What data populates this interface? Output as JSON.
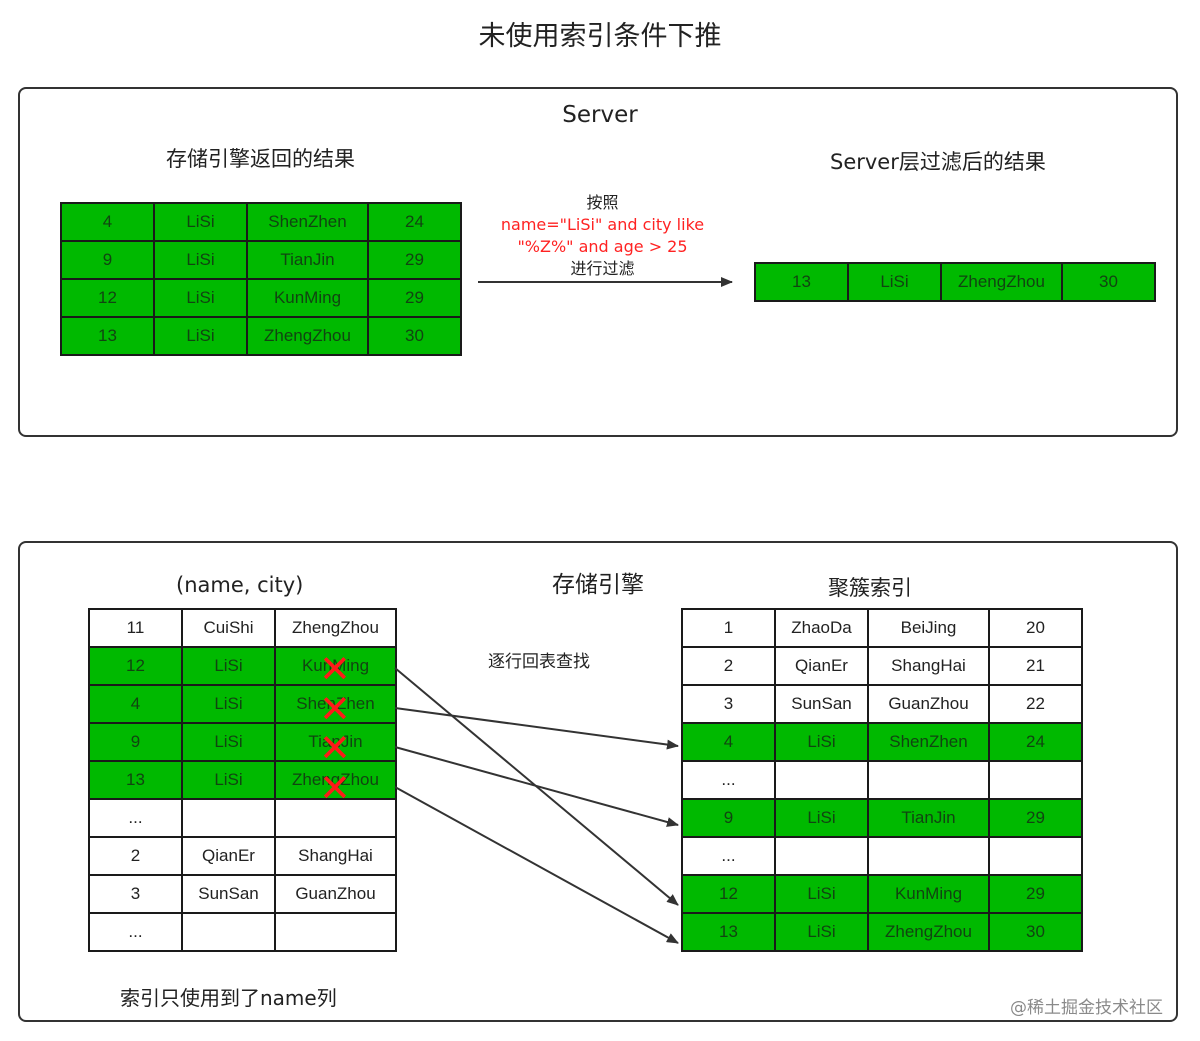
{
  "title": "未使用索引条件下推",
  "server_panel": {
    "heading": "Server",
    "left_label": "存储引擎返回的结果",
    "right_label": "Server层过滤后的结果",
    "filter_note": {
      "line1": "按照",
      "line2": "name=\"LiSi\" and city like",
      "line3": "\"%Z%\" and age > 25",
      "line4": "进行过滤"
    },
    "engine_rows": [
      [
        "4",
        "LiSi",
        "ShenZhen",
        "24"
      ],
      [
        "9",
        "LiSi",
        "TianJin",
        "29"
      ],
      [
        "12",
        "LiSi",
        "KunMing",
        "29"
      ],
      [
        "13",
        "LiSi",
        "ZhengZhou",
        "30"
      ]
    ],
    "filtered_rows": [
      [
        "13",
        "LiSi",
        "ZhengZhou",
        "30"
      ]
    ]
  },
  "engine_panel": {
    "heading": "存储引擎",
    "index_label": "(name, city)",
    "clustered_label": "聚簇索引",
    "lookup_note": "逐行回表查找",
    "footer_note": "索引只使用到了name列",
    "index_rows": [
      {
        "cells": [
          "11",
          "CuiShi",
          "ZhengZhou"
        ],
        "hl": false
      },
      {
        "cells": [
          "12",
          "LiSi",
          "KunMing"
        ],
        "hl": true
      },
      {
        "cells": [
          "4",
          "LiSi",
          "ShenZhen"
        ],
        "hl": true
      },
      {
        "cells": [
          "9",
          "LiSi",
          "TianJin"
        ],
        "hl": true
      },
      {
        "cells": [
          "13",
          "LiSi",
          "ZhengZhou"
        ],
        "hl": true
      },
      {
        "cells": [
          "...",
          "",
          ""
        ],
        "hl": false
      },
      {
        "cells": [
          "2",
          "QianEr",
          "ShangHai"
        ],
        "hl": false
      },
      {
        "cells": [
          "3",
          "SunSan",
          "GuanZhou"
        ],
        "hl": false
      },
      {
        "cells": [
          "...",
          "",
          ""
        ],
        "hl": false
      }
    ],
    "clustered_rows": [
      {
        "cells": [
          "1",
          "ZhaoDa",
          "BeiJing",
          "20"
        ],
        "hl": false
      },
      {
        "cells": [
          "2",
          "QianEr",
          "ShangHai",
          "21"
        ],
        "hl": false
      },
      {
        "cells": [
          "3",
          "SunSan",
          "GuanZhou",
          "22"
        ],
        "hl": false
      },
      {
        "cells": [
          "4",
          "LiSi",
          "ShenZhen",
          "24"
        ],
        "hl": true
      },
      {
        "cells": [
          "...",
          "",
          "",
          ""
        ],
        "hl": false
      },
      {
        "cells": [
          "9",
          "LiSi",
          "TianJin",
          "29"
        ],
        "hl": true
      },
      {
        "cells": [
          "...",
          "",
          "",
          ""
        ],
        "hl": false
      },
      {
        "cells": [
          "12",
          "LiSi",
          "KunMing",
          "29"
        ],
        "hl": true
      },
      {
        "cells": [
          "13",
          "LiSi",
          "ZhengZhou",
          "30"
        ],
        "hl": true
      }
    ]
  },
  "colors": {
    "highlight": "#00b900",
    "filter_text": "#ff2222",
    "cross": "#ff1a1a"
  },
  "watermark": "@稀土掘金技术社区"
}
